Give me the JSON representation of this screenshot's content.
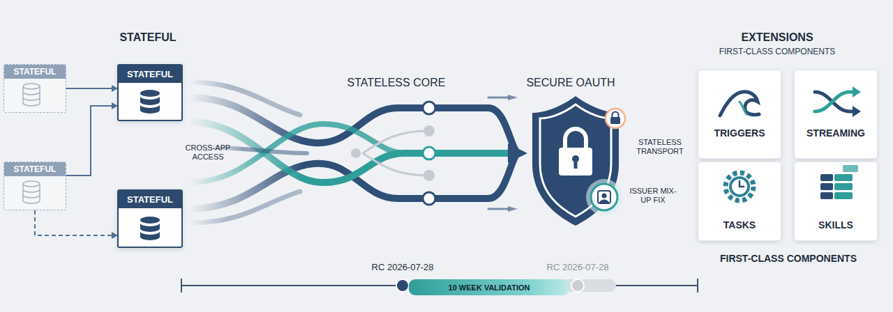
{
  "diagram": {
    "nodes": [
      {
        "text": [
          "STATEFUL"
        ]
      },
      {
        "text": [
          "STATEFUL"
        ]
      },
      {
        "text": [
          "STATEFUL"
        ]
      },
      {
        "text": [
          "STATEFUL"
        ]
      },
      {
        "text": [
          "TRIGGERS"
        ]
      },
      {
        "text": [
          "STREAMING"
        ]
      },
      {
        "text": [
          "TASKS"
        ]
      },
      {
        "text": [
          "SKILLS"
        ]
      },
      {
        "text": [
          "10 WEEK VALIDATION"
        ]
      }
    ],
    "edges": [
      {
        "from": 0,
        "to": 1,
        "arrow": "to"
      },
      {
        "from": 2,
        "to": 1,
        "arrow": "to"
      },
      {
        "from": 2,
        "to": 3,
        "arrow": "to"
      }
    ],
    "labels": [
      "STATEFUL",
      "CROSS-APP ACCESS",
      "STATELESS CORE",
      "SECURE OAUTH",
      "STATELESS TRANSPORT",
      "ISSUER MIX-UP FIX",
      "EXTENSIONS",
      "FIRST-CLASS COMPONENTS",
      "FIRST-CLASS COMPONENTS",
      "RC 2026-07-28",
      "RC 2026-07-28"
    ]
  }
}
